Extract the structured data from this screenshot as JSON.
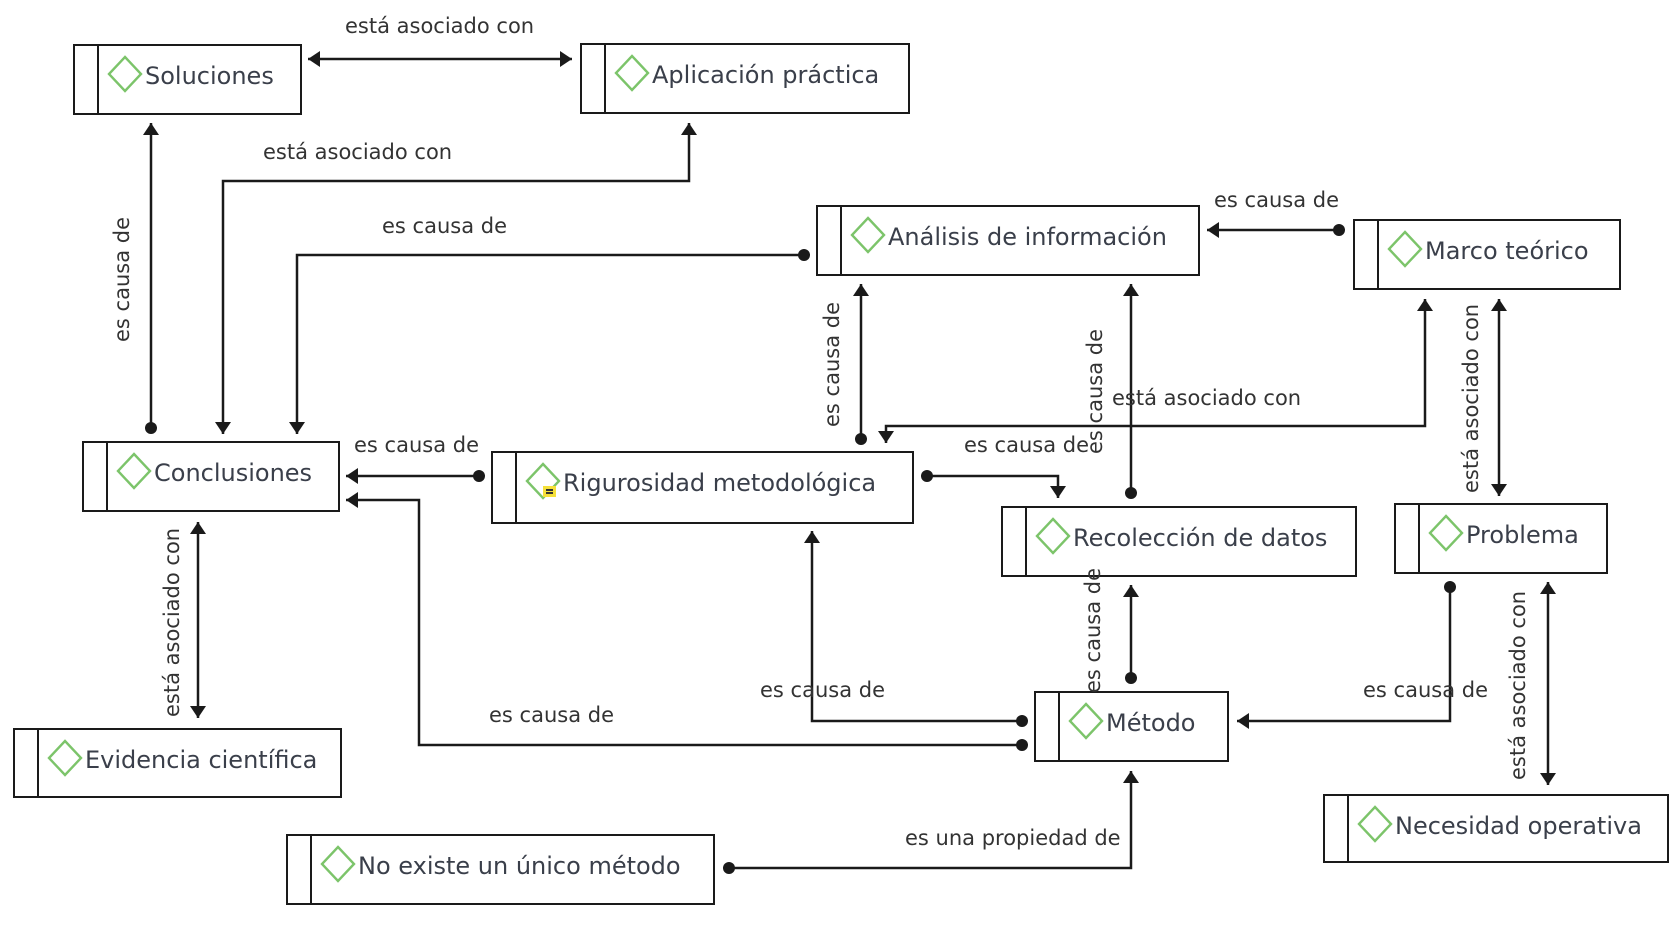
{
  "diagram": {
    "type": "concept-map",
    "colors": {
      "diamond": "#7cc46a",
      "text": "#3a3f4a",
      "line": "#1a1a1a",
      "note": "#f5e03a"
    },
    "nodes": [
      {
        "id": "soluciones",
        "label": "Soluciones",
        "icon": "diamond-icon"
      },
      {
        "id": "aplicacion",
        "label": "Aplicación práctica",
        "icon": "diamond-icon"
      },
      {
        "id": "analisis",
        "label": "Análisis de información",
        "icon": "diamond-icon"
      },
      {
        "id": "marco",
        "label": "Marco teórico",
        "icon": "diamond-icon"
      },
      {
        "id": "conclusiones",
        "label": "Conclusiones",
        "icon": "diamond-icon"
      },
      {
        "id": "rigurosidad",
        "label": "Rigurosidad metodológica",
        "icon": "diamond-icon",
        "has_note": true
      },
      {
        "id": "recoleccion",
        "label": "Recolección de datos",
        "icon": "diamond-icon"
      },
      {
        "id": "problema",
        "label": "Problema",
        "icon": "diamond-icon"
      },
      {
        "id": "evidencia",
        "label": "Evidencia científica",
        "icon": "diamond-icon"
      },
      {
        "id": "metodo",
        "label": "Método",
        "icon": "diamond-icon"
      },
      {
        "id": "noexiste",
        "label": "No existe un único método",
        "icon": "diamond-icon"
      },
      {
        "id": "necesidad",
        "label": "Necesidad operativa",
        "icon": "diamond-icon"
      }
    ],
    "links": [
      {
        "from": "soluciones",
        "to": "aplicacion",
        "label": "está asociado con",
        "bidirectional": true
      },
      {
        "from": "conclusiones",
        "to": "aplicacion",
        "label": "está asociado con"
      },
      {
        "from": "conclusiones",
        "to": "soluciones",
        "label": "es causa de"
      },
      {
        "from": "analisis",
        "to": "conclusiones",
        "label": "es causa de"
      },
      {
        "from": "marco",
        "to": "analisis",
        "label": "es causa de"
      },
      {
        "from": "rigurosidad",
        "to": "analisis",
        "label": "es causa de"
      },
      {
        "from": "recoleccion",
        "to": "analisis",
        "label": "es causa de"
      },
      {
        "from": "marco",
        "to": "rigurosidad",
        "label": "está asociado con"
      },
      {
        "from": "marco",
        "to": "problema",
        "label": "está asociado con",
        "bidirectional": true
      },
      {
        "from": "rigurosidad",
        "to": "conclusiones",
        "label": "es causa de"
      },
      {
        "from": "rigurosidad",
        "to": "recoleccion",
        "label": "es causa de"
      },
      {
        "from": "conclusiones",
        "to": "evidencia",
        "label": "está asociado con",
        "bidirectional": true
      },
      {
        "from": "metodo",
        "to": "rigurosidad",
        "label": "es causa de"
      },
      {
        "from": "metodo",
        "to": "conclusiones",
        "label": "es causa de"
      },
      {
        "from": "metodo",
        "to": "recoleccion",
        "label": "es causa de"
      },
      {
        "from": "problema",
        "to": "metodo",
        "label": "es causa de"
      },
      {
        "from": "problema",
        "to": "necesidad",
        "label": "está asociado con",
        "bidirectional": true
      },
      {
        "from": "noexiste",
        "to": "metodo",
        "label": "es una propiedad de"
      }
    ]
  }
}
